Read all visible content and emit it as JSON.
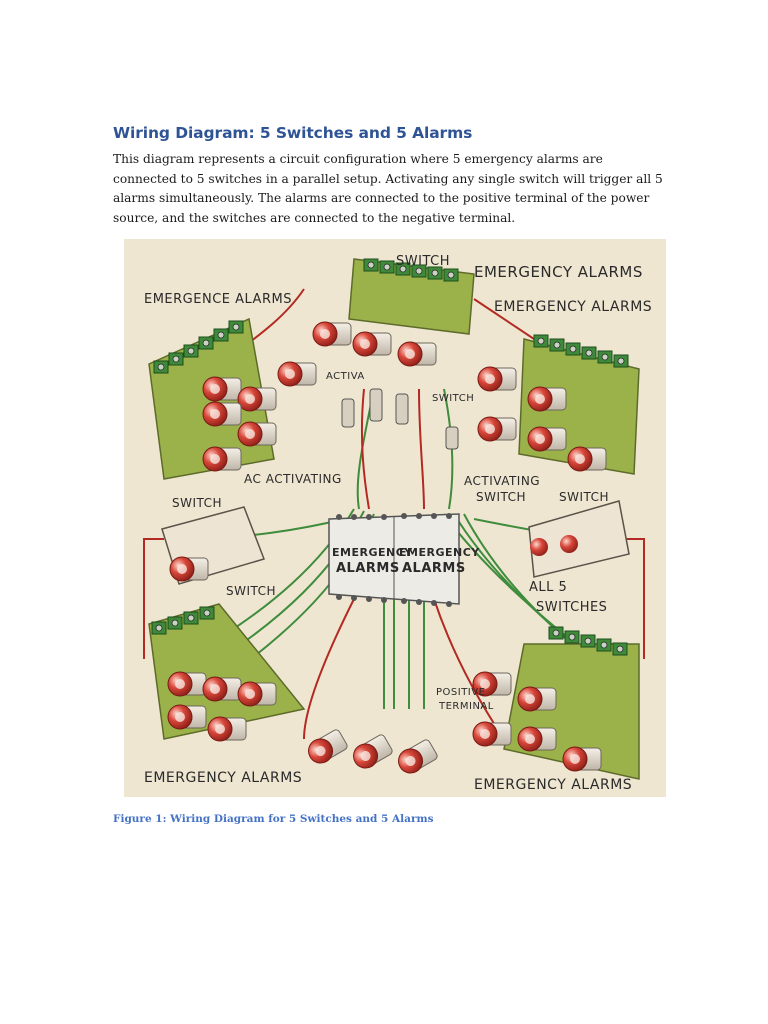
{
  "document": {
    "heading": "Wiring Diagram: 5 Switches and 5 Alarms",
    "paragraph": "This diagram represents a circuit configuration where 5 emergency alarms are connected to 5 switches in a parallel setup. Activating any single switch will trigger all 5 alarms simultaneously. The alarms are connected to the positive terminal of the power source, and the switches are connected to the negative terminal.",
    "caption": "Figure 1: Wiring Diagram for 5 Switches and 5 Alarms"
  },
  "figure": {
    "labels": {
      "switch_top": "SWITCH",
      "emergency_alarms_top_right": "EMERGENCY ALARMS",
      "emergence_alarms_left": "EMERGENCE ALARMS",
      "emergency_alarms_right": "EMERGENCY ALARMS",
      "activa": "ACTIVA",
      "switch_mid": "SWITCH",
      "ac_activating": "AC ACTIVATING",
      "activating_switch_line1": "ACTIVATING",
      "activating_switch_line2": "SWITCH",
      "switch_left": "SWITCH",
      "switch_right": "SWITCH",
      "center_left_line1": "EMERGENCY",
      "center_left_line2": "ALARMS",
      "center_right_line1": "EMERGENCY",
      "center_right_line2": "ALARMS",
      "switch_lower_left": "SWITCH",
      "all_5": "ALL 5",
      "switches": "SWITCHES",
      "positive_line1": "POSITIVE",
      "positive_line2": "TERMINAL",
      "emergency_alarms_bottom_left": "EMERGENCY ALARMS",
      "emergency_alarms_bottom_right": "EMERGENCY ALARMS"
    }
  },
  "colors": {
    "heading": "#2f5496",
    "caption": "#4472c4",
    "board": "#9bb14a",
    "terminal": "#3e8a3a",
    "alarm_red": "#c8382e",
    "wire_red": "#b22a22",
    "wire_green": "#3f8c3c"
  }
}
